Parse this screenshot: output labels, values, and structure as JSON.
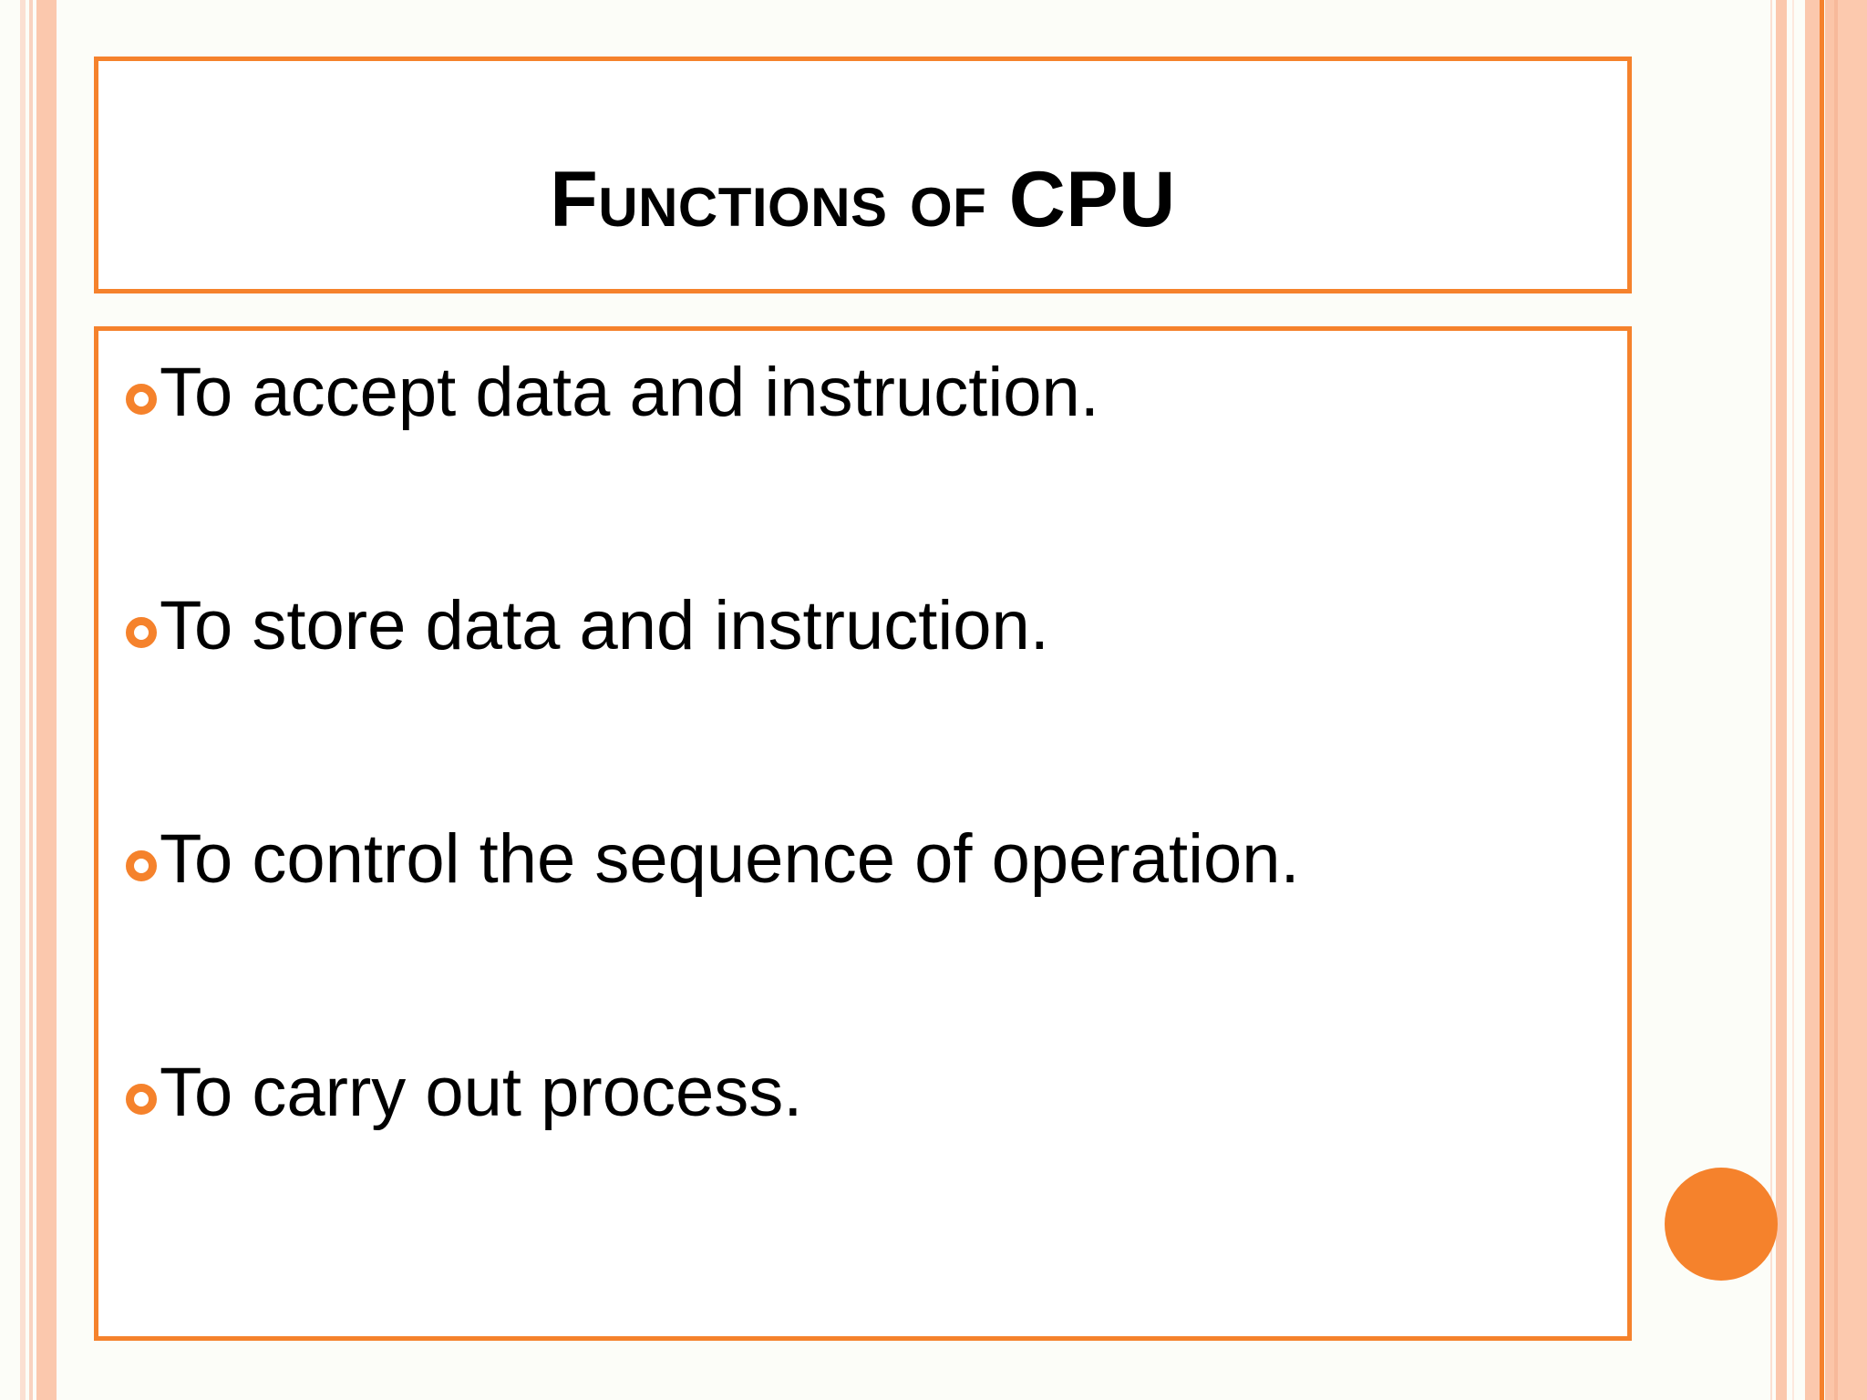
{
  "slide": {
    "title": "Functions of CPU",
    "title_parts": {
      "word1": "Functions",
      "word2": "of",
      "word3": "CPU"
    },
    "bullets": [
      {
        "text": "To accept data and instruction.",
        "marker": "ring-bullet-icon"
      },
      {
        "text": "To store data and instruction.",
        "marker": "ring-bullet-icon"
      },
      {
        "text": "To control the sequence of operation.",
        "marker": "ring-bullet-icon"
      },
      {
        "text": "To carry out process.",
        "marker": "ring-bullet-icon"
      }
    ],
    "decor": {
      "corner_dot": "orange-circle-decoration",
      "left_stripes": "left-edge-stripes",
      "right_stripes": "right-edge-stripes"
    },
    "colors": {
      "accent": "#f5822c",
      "accent_light": "#fbc8ad",
      "accent_pale": "#fbe0d2",
      "background": "#fcfdf8",
      "panel": "#ffffff",
      "text": "#000000"
    }
  }
}
